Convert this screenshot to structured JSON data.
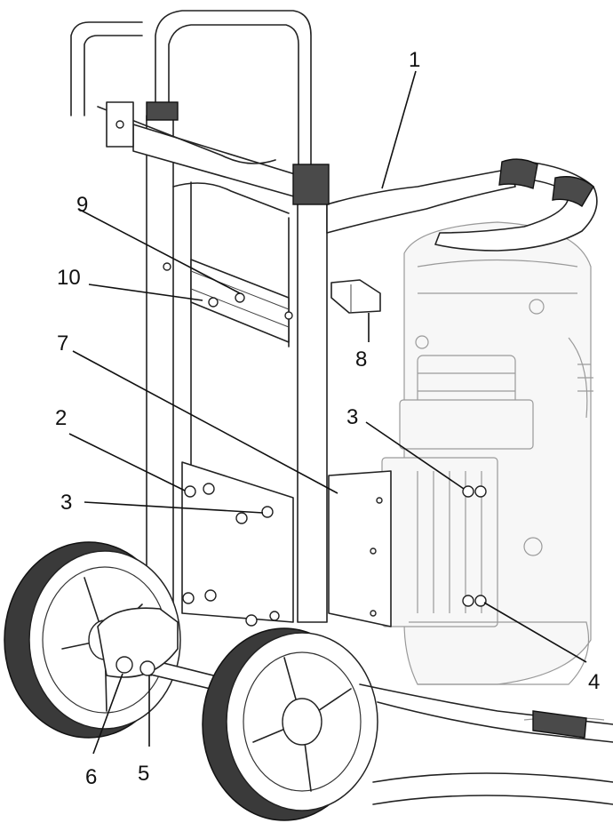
{
  "callouts": [
    {
      "id": "c1a",
      "label": "1"
    },
    {
      "id": "c2",
      "label": "2"
    },
    {
      "id": "c3a",
      "label": "3"
    },
    {
      "id": "c3b",
      "label": "3"
    },
    {
      "id": "c4",
      "label": "4"
    },
    {
      "id": "c5",
      "label": "5"
    },
    {
      "id": "c6",
      "label": "6"
    },
    {
      "id": "c7",
      "label": "7"
    },
    {
      "id": "c8",
      "label": "8"
    },
    {
      "id": "c9",
      "label": "9"
    },
    {
      "id": "c10",
      "label": "10"
    }
  ],
  "colors": {
    "line": "#222222",
    "tire": "#3a3a3a",
    "faint": "#9a9a9a"
  }
}
